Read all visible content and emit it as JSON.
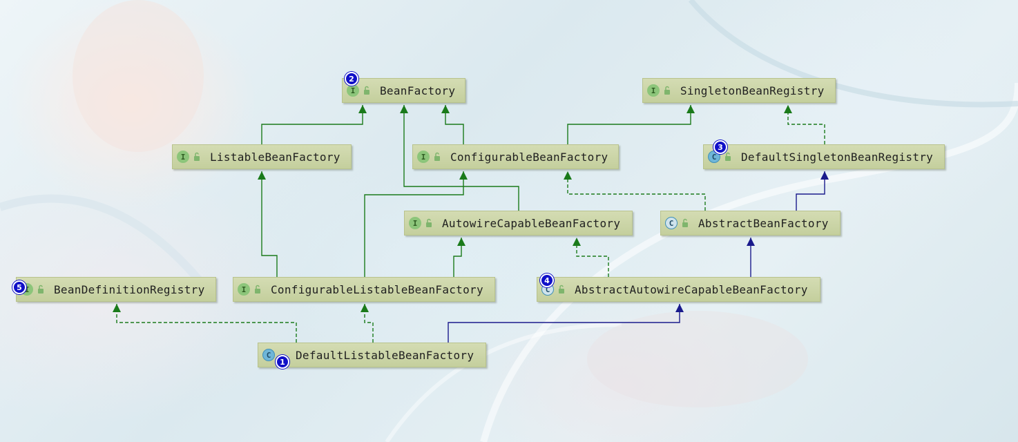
{
  "colors": {
    "node_fill": "#c9d3a5",
    "interface_icon": "#8cc57a",
    "class_icon": "#6fb6d8",
    "extends_interface": "#1a7a1a",
    "implements": "#1a7a1a",
    "extends_class": "#1a1a8c",
    "badge": "#1010c8"
  },
  "nodes": [
    {
      "id": "bean-factory",
      "name": "BeanFactory",
      "kind": "interface",
      "kind_glyph": "I",
      "badge": "2"
    },
    {
      "id": "singleton-bean-registry",
      "name": "SingletonBeanRegistry",
      "kind": "interface",
      "kind_glyph": "I",
      "badge": ""
    },
    {
      "id": "listable-bean-factory",
      "name": "ListableBeanFactory",
      "kind": "interface",
      "kind_glyph": "I",
      "badge": ""
    },
    {
      "id": "configurable-bean-factory",
      "name": "ConfigurableBeanFactory",
      "kind": "interface",
      "kind_glyph": "I",
      "badge": ""
    },
    {
      "id": "default-singleton-bean-registry",
      "name": "DefaultSingletonBeanRegistry",
      "kind": "class",
      "kind_glyph": "C",
      "badge": "3"
    },
    {
      "id": "autowire-capable-bean-factory",
      "name": "AutowireCapableBeanFactory",
      "kind": "interface",
      "kind_glyph": "I",
      "badge": ""
    },
    {
      "id": "abstract-bean-factory",
      "name": "AbstractBeanFactory",
      "kind": "abstract-class",
      "kind_glyph": "C",
      "badge": ""
    },
    {
      "id": "bean-definition-registry",
      "name": "BeanDefinitionRegistry",
      "kind": "interface",
      "kind_glyph": "I",
      "badge": "5"
    },
    {
      "id": "configurable-listable-bean-factory",
      "name": "ConfigurableListableBeanFactory",
      "kind": "interface",
      "kind_glyph": "I",
      "badge": ""
    },
    {
      "id": "abstract-autowire-capable-bean-factory",
      "name": "AbstractAutowireCapableBeanFactory",
      "kind": "abstract-class",
      "kind_glyph": "C",
      "badge": "4"
    },
    {
      "id": "default-listable-bean-factory",
      "name": "DefaultListableBeanFactory",
      "kind": "class",
      "kind_glyph": "C",
      "badge": "1"
    }
  ],
  "edges": [
    {
      "from": "listable-bean-factory",
      "to": "bean-factory",
      "type": "extends"
    },
    {
      "from": "configurable-bean-factory",
      "to": "bean-factory",
      "type": "extends"
    },
    {
      "from": "autowire-capable-bean-factory",
      "to": "bean-factory",
      "type": "extends"
    },
    {
      "from": "configurable-bean-factory",
      "to": "singleton-bean-registry",
      "type": "extends"
    },
    {
      "from": "default-singleton-bean-registry",
      "to": "singleton-bean-registry",
      "type": "implements"
    },
    {
      "from": "abstract-bean-factory",
      "to": "configurable-bean-factory",
      "type": "implements"
    },
    {
      "from": "abstract-bean-factory",
      "to": "default-singleton-bean-registry",
      "type": "extends-class"
    },
    {
      "from": "configurable-listable-bean-factory",
      "to": "listable-bean-factory",
      "type": "extends"
    },
    {
      "from": "configurable-listable-bean-factory",
      "to": "configurable-bean-factory",
      "type": "extends"
    },
    {
      "from": "configurable-listable-bean-factory",
      "to": "autowire-capable-bean-factory",
      "type": "extends"
    },
    {
      "from": "abstract-autowire-capable-bean-factory",
      "to": "autowire-capable-bean-factory",
      "type": "implements"
    },
    {
      "from": "abstract-autowire-capable-bean-factory",
      "to": "abstract-bean-factory",
      "type": "extends-class"
    },
    {
      "from": "default-listable-bean-factory",
      "to": "bean-definition-registry",
      "type": "implements"
    },
    {
      "from": "default-listable-bean-factory",
      "to": "configurable-listable-bean-factory",
      "type": "implements"
    },
    {
      "from": "default-listable-bean-factory",
      "to": "abstract-autowire-capable-bean-factory",
      "type": "extends-class"
    }
  ]
}
